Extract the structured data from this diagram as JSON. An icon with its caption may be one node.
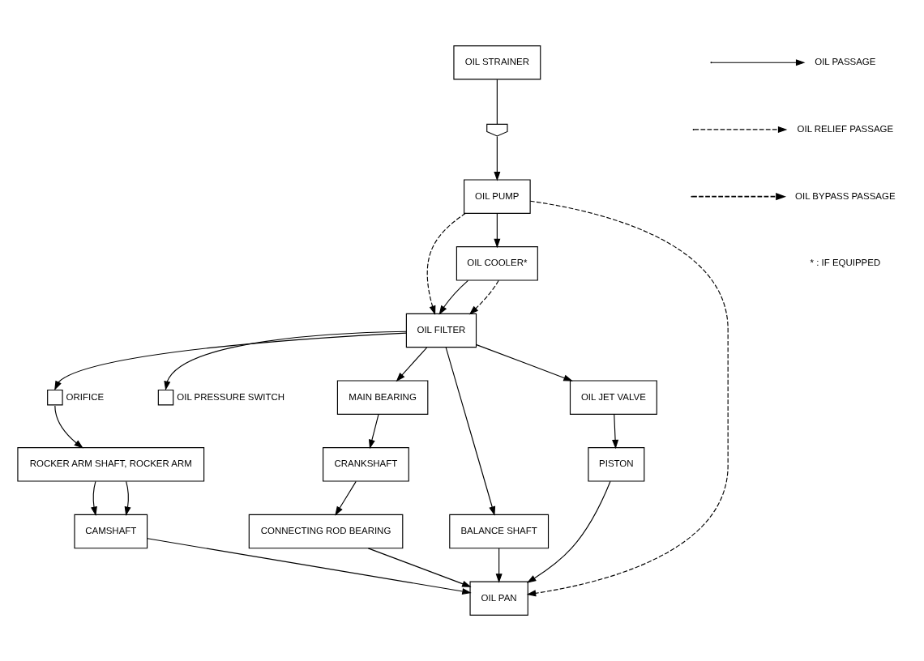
{
  "diagram": {
    "nodes": [
      {
        "text": [
          "ROCKER ARM SHAFT, ROCKER ARM"
        ]
      },
      {
        "text": [
          "CAMSHAFT"
        ]
      },
      {
        "text": [],
        "shape": "box",
        "beside": [
          "ORIFICE"
        ]
      },
      {
        "text": [],
        "shape": "box",
        "beside": [
          "OIL PRESSURE SWITCH"
        ]
      },
      {
        "text": [
          "OIL FILTER"
        ]
      },
      {
        "text": [
          "OIL COOLER*"
        ]
      },
      {
        "text": [
          "MAIN BEARING"
        ]
      },
      {
        "text": [
          "CRANKSHAFT"
        ]
      },
      {
        "text": [
          "CONNECTING ROD BEARING"
        ]
      },
      {
        "text": [
          "BALANCE SHAFT"
        ]
      },
      {
        "text": [
          "PISTON"
        ]
      },
      {
        "text": [
          "OIL JET VALVE"
        ]
      },
      {
        "text": [
          "OIL PUMP"
        ]
      },
      {
        "text": [
          "OIL PAN"
        ]
      },
      {
        "text": [],
        "shape": "bowl"
      },
      {
        "text": [
          "OIL STRAINER"
        ]
      }
    ],
    "edges": [
      {
        "from": 12,
        "to": 5,
        "arrow": "to"
      },
      {
        "from": 5,
        "to": 4,
        "arrow": "to"
      },
      {
        "from": 12,
        "to": 4,
        "arrow": "to",
        "style": "dashed"
      },
      {
        "from": 5,
        "to": 4,
        "arrow": "to",
        "style": "dashed"
      },
      {
        "from": 4,
        "to": 6,
        "arrow": "to"
      },
      {
        "from": 4,
        "to": 2,
        "arrow": "to"
      },
      {
        "from": 4,
        "to": 3,
        "arrow": "to"
      },
      {
        "from": 4,
        "to": 9,
        "arrow": "to"
      },
      {
        "from": 4,
        "to": 11,
        "arrow": "to"
      },
      {
        "from": 2,
        "to": 0,
        "arrow": "to"
      },
      {
        "from": 0,
        "to": 1,
        "arrow": "to"
      },
      {
        "from": 0,
        "to": 1,
        "arrow": "to"
      },
      {
        "from": 1,
        "to": 13,
        "arrow": "to"
      },
      {
        "from": 9,
        "to": 13,
        "arrow": "to"
      },
      {
        "from": 6,
        "to": 7,
        "arrow": "to"
      },
      {
        "from": 7,
        "to": 8,
        "arrow": "to"
      },
      {
        "from": 8,
        "to": 13,
        "arrow": "to"
      },
      {
        "from": 11,
        "to": 10,
        "arrow": "to"
      },
      {
        "from": 10,
        "to": 13,
        "arrow": "to"
      },
      {
        "from": 14,
        "to": 12,
        "arrow": "to"
      },
      {
        "from": 12,
        "to": 13,
        "arrow": "to",
        "style": "dashed"
      },
      {
        "from": 15,
        "to": 14,
        "arrow": "none"
      }
    ],
    "labels": [
      "* : IF EQUIPPED"
    ],
    "legend": [
      {
        "text": "OIL PASSAGE"
      },
      {
        "text": "OIL RELIEF PASSAGE"
      },
      {
        "text": "OIL BYPASS PASSAGE"
      }
    ]
  }
}
